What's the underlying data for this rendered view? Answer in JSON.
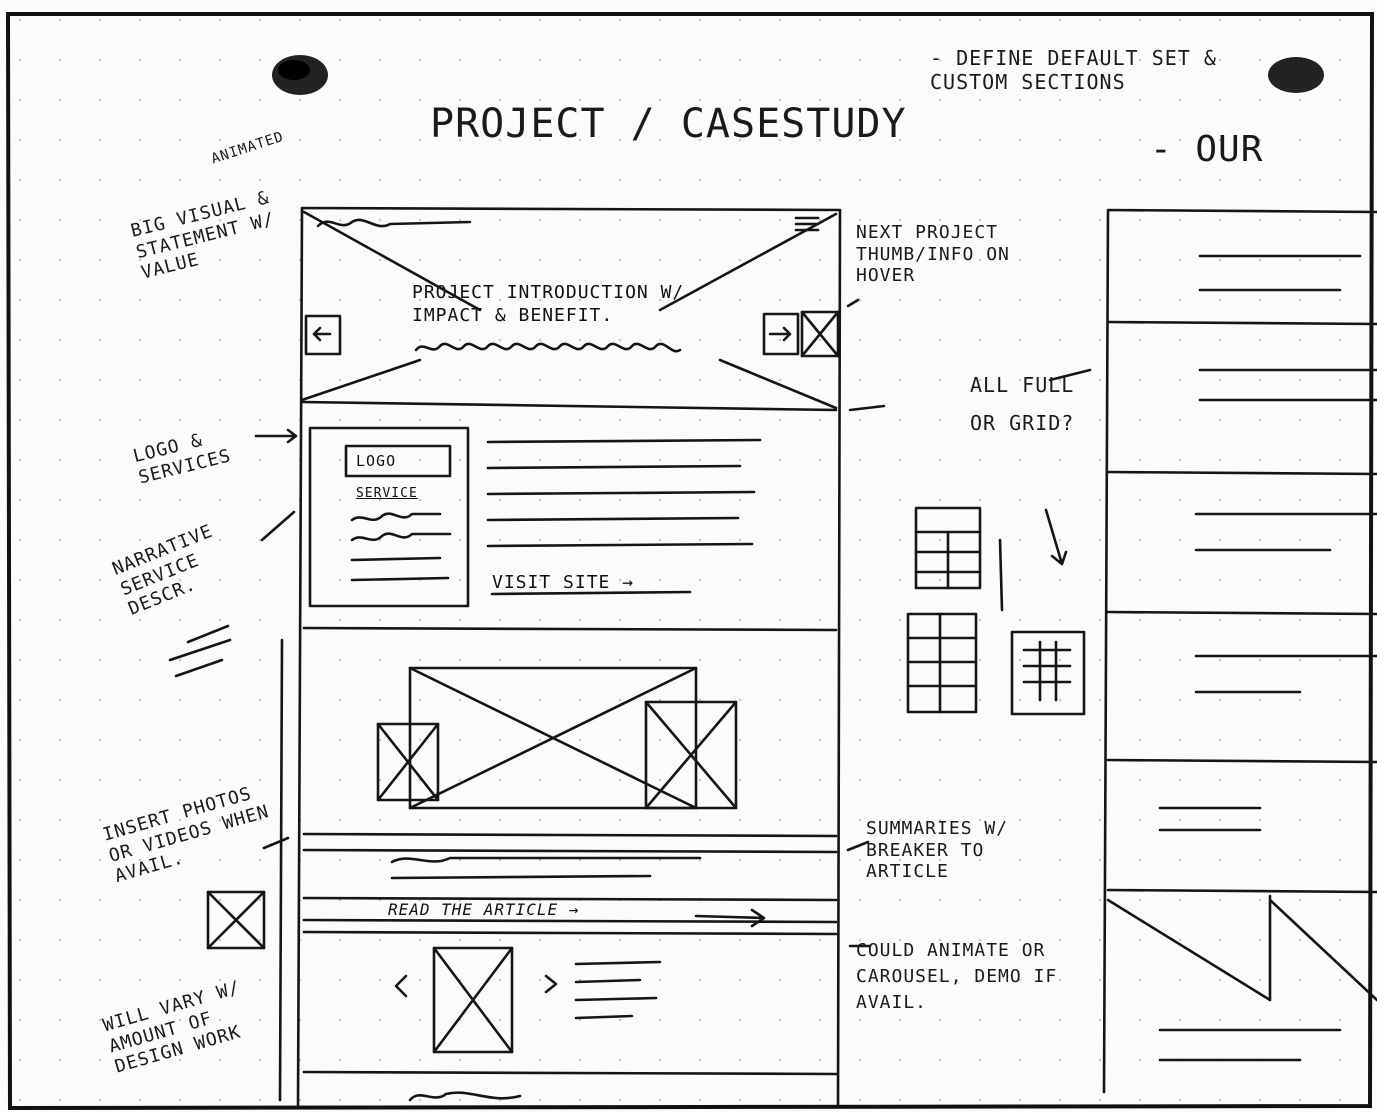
{
  "title": "PROJECT / CASESTUDY",
  "top_note": "- DEFINE DEFAULT SET & CUSTOM SECTIONS",
  "top_right": "- OUR",
  "left_notes": {
    "animated": "ANIMATED",
    "big_visual": "BIG VISUAL & STATEMENT W/ VALUE",
    "logo_services": "LOGO & SERVICES",
    "narrative": "NARRATIVE SERVICE DESCR.",
    "insert_photos": "INSERT PHOTOS OR VIDEOS WHEN AVAIL.",
    "will_vary": "WILL VARY W/ AMOUNT OF DESIGN WORK"
  },
  "right_notes": {
    "next_project": "NEXT PROJECT THUMB/INFO ON HOVER",
    "all_full": "ALL FULL OR GRID?",
    "summaries": "SUMMARIES W/ BREAKER TO ARTICLE",
    "could_animate": "COULD ANIMATE OR CAROUSEL, DEMO IF AVAIL."
  },
  "wireframe": {
    "hero_text": "PROJECT INTRODUCTION W/ IMPACT & BENEFIT.",
    "logo_box": "LOGO",
    "service": "SERVICE",
    "visit_site": "VISIT SITE →",
    "read_article": "READ THE ARTICLE →"
  }
}
